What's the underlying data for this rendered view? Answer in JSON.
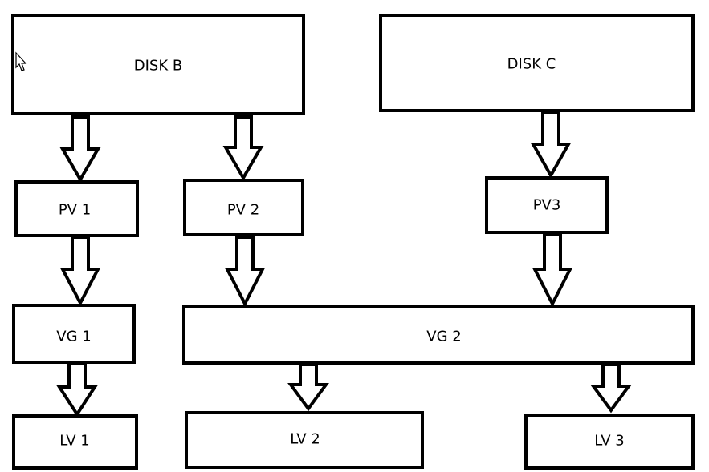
{
  "nodes": {
    "disk_b": "DISK B",
    "disk_c": "DISK C",
    "pv1": "PV 1",
    "pv2": "PV 2",
    "pv3": "PV3",
    "vg1": "VG 1",
    "vg2": "VG 2",
    "lv1": "LV 1",
    "lv2": "LV 2",
    "lv3": "LV 3"
  },
  "edges": [
    {
      "from": "disk_b",
      "to": "pv1"
    },
    {
      "from": "disk_b",
      "to": "pv2"
    },
    {
      "from": "disk_c",
      "to": "pv3"
    },
    {
      "from": "pv1",
      "to": "vg1"
    },
    {
      "from": "pv2",
      "to": "vg2"
    },
    {
      "from": "pv3",
      "to": "vg2"
    },
    {
      "from": "vg1",
      "to": "lv1"
    },
    {
      "from": "vg2",
      "to": "lv2"
    },
    {
      "from": "vg2",
      "to": "lv3"
    }
  ],
  "icons": {
    "cursor": "mouse-pointer-icon"
  },
  "colors": {
    "stroke": "#000000",
    "fill": "#ffffff"
  }
}
